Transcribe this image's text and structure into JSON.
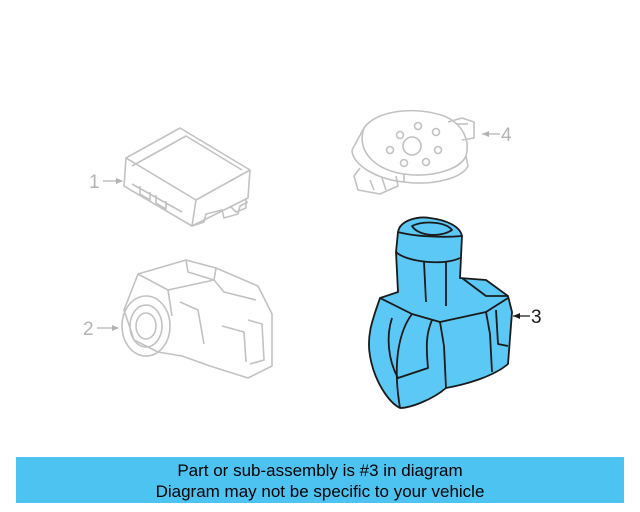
{
  "diagram": {
    "callouts": [
      {
        "id": "1",
        "label": "1",
        "highlighted": false
      },
      {
        "id": "2",
        "label": "2",
        "highlighted": false
      },
      {
        "id": "3",
        "label": "3",
        "highlighted": true
      },
      {
        "id": "4",
        "label": "4",
        "highlighted": false
      }
    ],
    "colors": {
      "highlight_fill": "#5bc8f5",
      "outline": "#1a1a1a",
      "faded_line": "#c2c2c2",
      "caption_bg": "#4dc3f2"
    }
  },
  "caption": {
    "line1": "Part or sub-assembly is #3 in diagram",
    "line2": "Diagram may not be specific to your vehicle"
  }
}
